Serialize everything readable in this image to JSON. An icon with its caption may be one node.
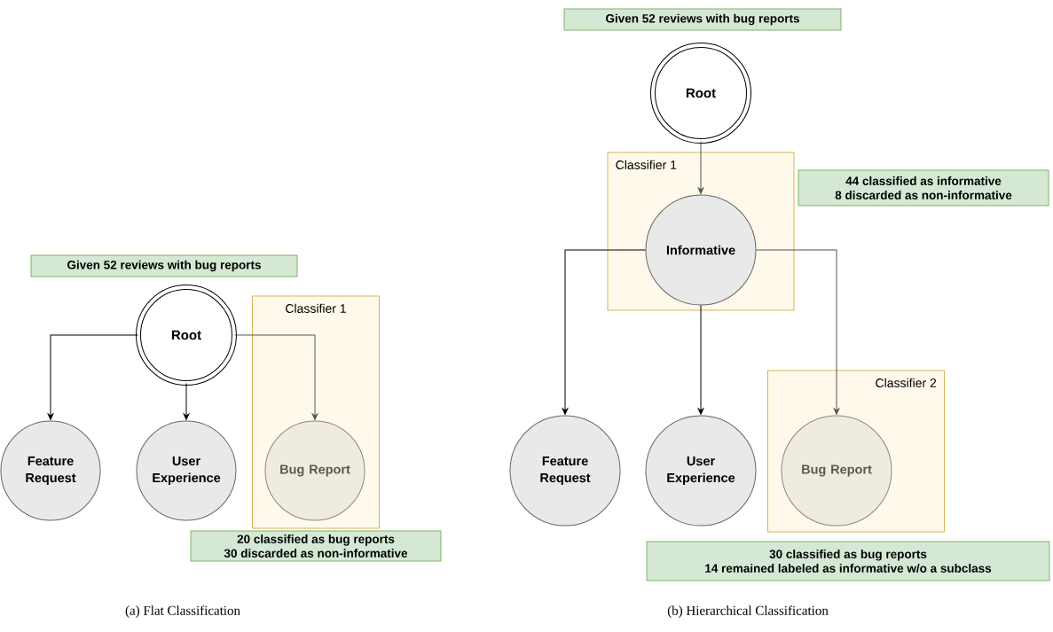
{
  "diagram": {
    "nodes": [
      {
        "text": [
          "Given 52 reviews with bug reports"
        ]
      },
      {
        "text": [
          "Root"
        ]
      },
      {
        "text": [
          "Classifier 1"
        ]
      },
      {
        "text": [
          "Feature Request"
        ]
      },
      {
        "text": [
          "User Experience"
        ]
      },
      {
        "text": [
          "Bug Report"
        ],
        "in": 2
      },
      {
        "text": [
          "20 classified as bug reports",
          "30 discarded as non-informative"
        ]
      },
      {
        "text": [
          "Given 52 reviews with bug reports"
        ]
      },
      {
        "text": [
          "Root"
        ]
      },
      {
        "text": [
          "Classifier 1"
        ]
      },
      {
        "text": [
          "Informative"
        ],
        "in": 9
      },
      {
        "text": [
          "44 classified as informative",
          "8 discarded as non-informative"
        ]
      },
      {
        "text": [
          "Feature Request"
        ]
      },
      {
        "text": [
          "User Experience"
        ]
      },
      {
        "text": [
          "Classifier 2"
        ]
      },
      {
        "text": [
          "Bug Report"
        ],
        "in": 14
      },
      {
        "text": [
          "30 classified as bug reports",
          "14 remained labeled as informative w/o a subclass"
        ]
      }
    ],
    "edges": [
      {
        "from": 1,
        "to": 3,
        "arrow": "to"
      },
      {
        "from": 1,
        "to": 4,
        "arrow": "to"
      },
      {
        "from": 1,
        "to": 5,
        "arrow": "to",
        "color": "#55554a"
      },
      {
        "from": 8,
        "to": 10,
        "arrow": "to",
        "color": "#55554a"
      },
      {
        "from": 10,
        "to": 12,
        "arrow": "to"
      },
      {
        "from": 10,
        "to": 13,
        "arrow": "to"
      },
      {
        "from": 10,
        "to": 15,
        "arrow": "to",
        "color": "#55554a"
      }
    ],
    "labels": [
      "(a) Flat Classification",
      "(b) Hierarchical Classification"
    ]
  }
}
